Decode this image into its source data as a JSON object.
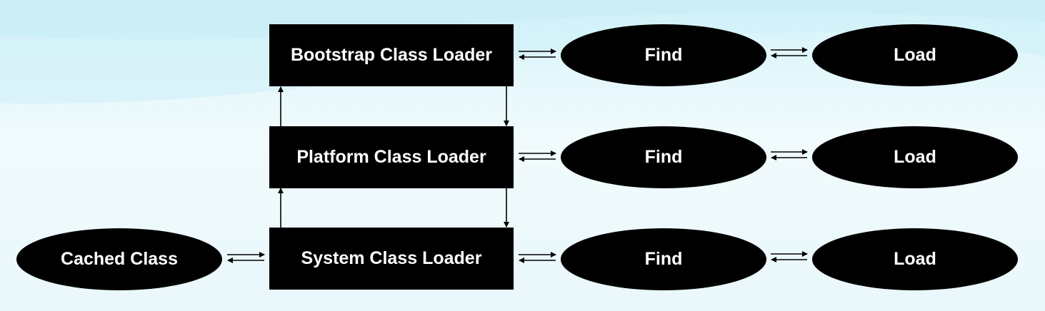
{
  "diagram": {
    "loaders": [
      {
        "id": "bootstrap",
        "label": "Bootstrap Class Loader"
      },
      {
        "id": "platform",
        "label": "Platform Class Loader"
      },
      {
        "id": "system",
        "label": "System Class Loader"
      }
    ],
    "find_nodes": [
      "Find",
      "Find",
      "Find"
    ],
    "load_nodes": [
      "Load",
      "Load",
      "Load"
    ],
    "cached_class": "Cached Class",
    "colors": {
      "node_fill": "#000000",
      "node_text": "#ffffff",
      "arrow": "#000000",
      "background": "#e6f7fb"
    }
  }
}
